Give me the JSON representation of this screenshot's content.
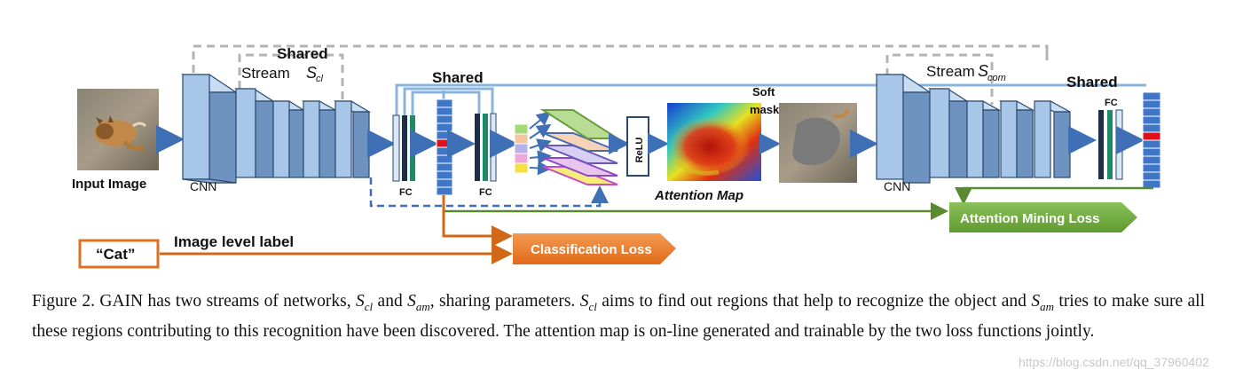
{
  "labels": {
    "input_image": "Input Image",
    "cnn_left": "CNN",
    "cnn_right": "CNN",
    "shared_top": "Shared",
    "shared_mid": "Shared",
    "shared_right": "Shared",
    "stream_cl_word": "Stream",
    "stream_cl_sym": "S",
    "stream_cl_sub": "cl",
    "stream_com_word": "Stream",
    "stream_com_sym": "S",
    "stream_com_sub": "com",
    "fc1": "FC",
    "fc2": "FC",
    "fc3": "FC",
    "relu": "ReLU",
    "attention_map": "Attention Map",
    "soft": "Soft",
    "mask": "mask",
    "cat_label": "“Cat”",
    "image_level_label": "Image level label",
    "classification_loss": "Classification Loss",
    "attention_mining_loss": "Attention Mining Loss"
  },
  "caption": {
    "p1": "Figure 2. GAIN has two streams of networks, ",
    "s_cl": "S",
    "sub_cl": "cl",
    "and": " and ",
    "s_am": "S",
    "sub_am": "am",
    "p2": ", sharing parameters. ",
    "p3": " aims to find out regions that help to recognize the object and ",
    "p4": " tries to make sure all these regions contributing to this recognition have been discovered. The attention map is on-line generated and trainable by the two loss functions jointly."
  },
  "watermark": "https://blog.csdn.net/qq_37960402",
  "colors": {
    "block_fill": "#a8c6e8",
    "block_edge": "#2a4a70",
    "arrow_blue": "#3f6fb5",
    "orange": "#e07020",
    "green": "#5a9a32",
    "dashed_gray": "#b4b4b4",
    "light_blue_line": "#8ab4dc"
  }
}
